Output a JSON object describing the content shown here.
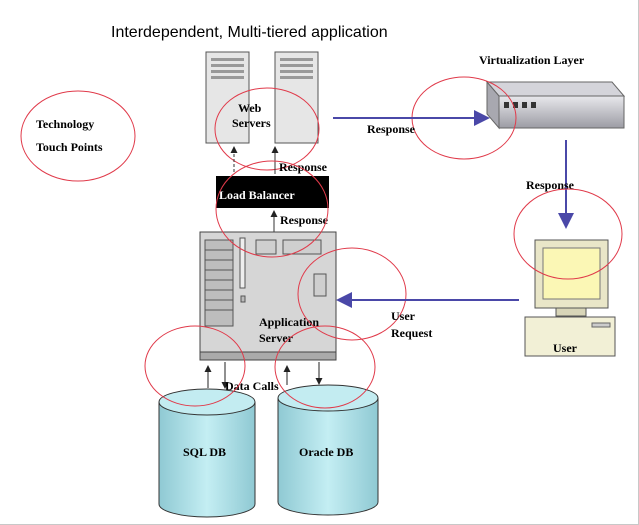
{
  "title": "Interdependent, Multi-tiered application",
  "legend": {
    "line1": "Technology",
    "line2": "Touch Points"
  },
  "nodes": {
    "web_servers": {
      "line1": "Web",
      "line2": "Servers"
    },
    "virtualization_layer": "Virtualization Layer",
    "load_balancer": "Load Balancer",
    "application_server": {
      "line1": "Application",
      "line2": "Server"
    },
    "user": "User",
    "sql_db": "SQL DB",
    "oracle_db": "Oracle DB"
  },
  "edges": {
    "web_to_virtualization": "Response",
    "lb_to_web": "Response",
    "app_to_lb": "Response",
    "virtualization_to_user": "Response",
    "user_to_app": {
      "line1": "User",
      "line2": "Request"
    },
    "app_to_db": "Data Calls"
  },
  "colors": {
    "touch_point_ring": "#e03a4a",
    "arrow": "#4a48a8",
    "database_fill": "#a9dbe3",
    "server_fill": "#d9d9d9",
    "load_balancer_fill": "#000000",
    "monitor_screen": "#fbf7b5"
  }
}
